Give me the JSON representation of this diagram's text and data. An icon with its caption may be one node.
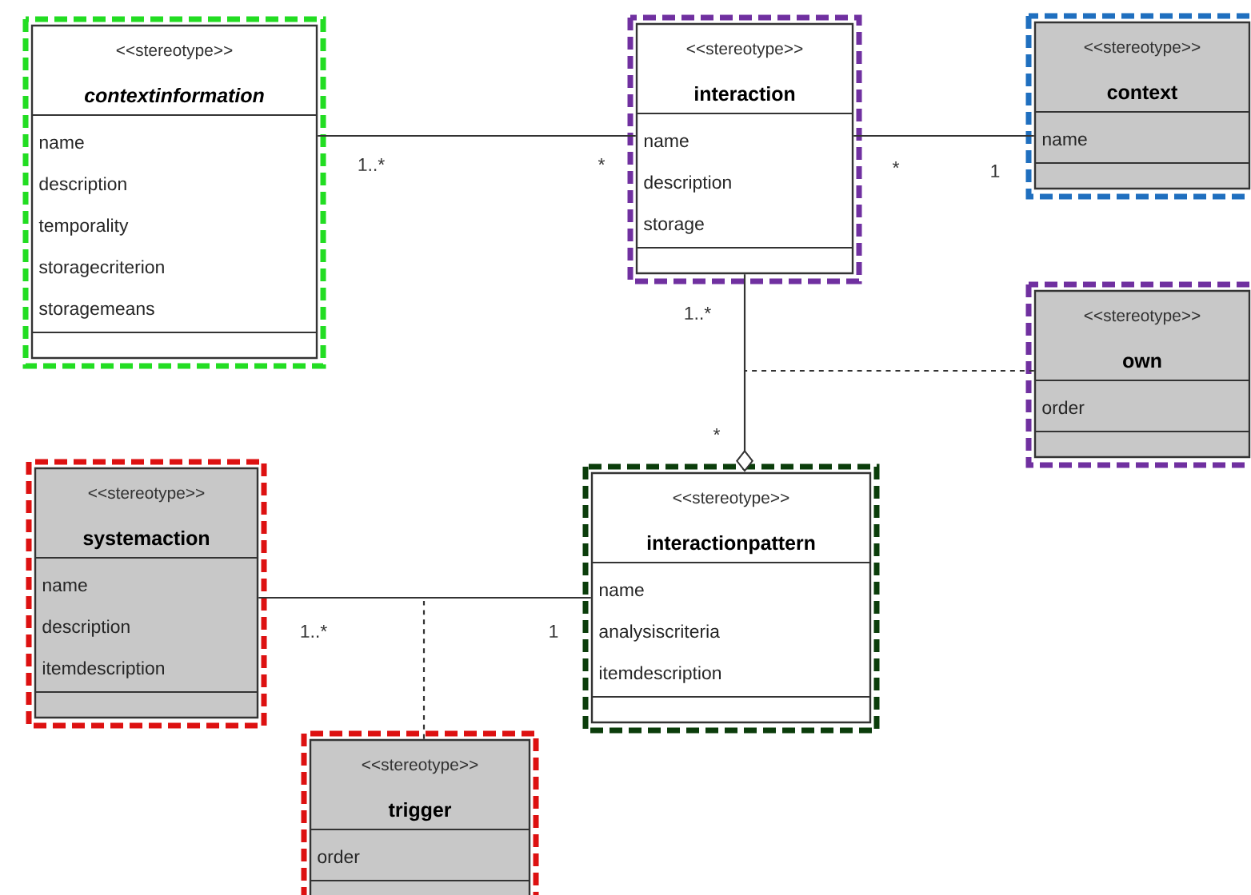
{
  "diagram": {
    "nodes": [
      {
        "text": [
          "<<stereotype>>",
          "contextinformation",
          "name",
          "description",
          "temporality",
          "storagecriterion",
          "storagemeans"
        ]
      },
      {
        "text": [
          "<<stereotype>>",
          "interaction",
          "name",
          "description",
          "storage"
        ]
      },
      {
        "text": [
          "<<stereotype>>",
          "context",
          "name"
        ]
      },
      {
        "text": [
          "<<stereotype>>",
          "own",
          "order"
        ]
      },
      {
        "text": [
          "<<stereotype>>",
          "systemaction",
          "name",
          "description",
          "itemdescription"
        ]
      },
      {
        "text": [
          "<<stereotype>>",
          "interactionpattern",
          "name",
          "analysiscriteria",
          "itemdescription"
        ]
      },
      {
        "text": [
          "<<stereotype>>",
          "trigger",
          "order"
        ]
      }
    ],
    "edges": [
      {
        "from": 0,
        "to": 1,
        "arrow": "none"
      },
      {
        "from": 1,
        "to": 2,
        "arrow": "none"
      },
      {
        "from": 1,
        "to": 5,
        "arrow": "other"
      },
      {
        "from": 3,
        "to": null,
        "arrow": "none",
        "style": "dashed"
      },
      {
        "from": 4,
        "to": 5,
        "arrow": "none"
      },
      {
        "from": 6,
        "to": null,
        "arrow": "none",
        "style": "dashed"
      }
    ],
    "labels": [
      "1..*",
      "*",
      "*",
      "1",
      "1..*",
      "*",
      "1..*",
      "1"
    ]
  }
}
